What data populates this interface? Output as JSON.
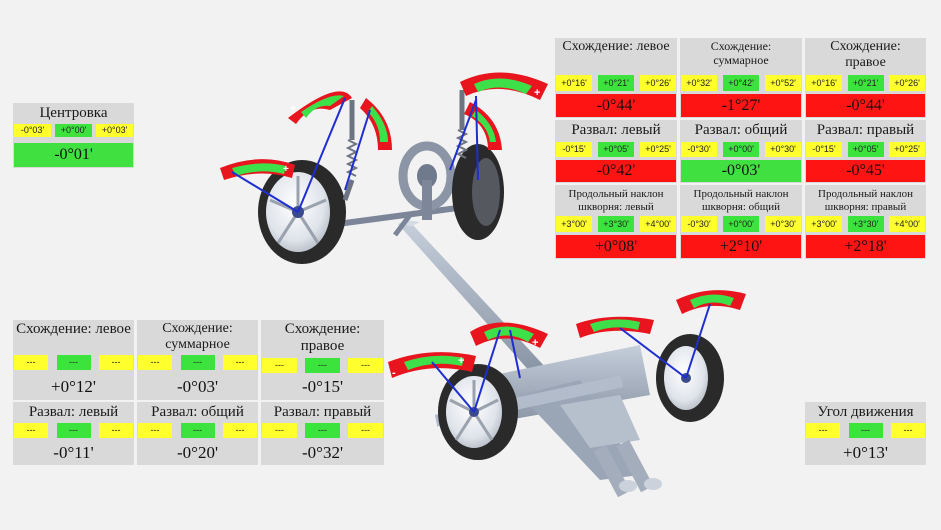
{
  "centering": {
    "title": "Центровка",
    "min": "-0°03'",
    "nom": "+0°00'",
    "max": "+0°03'",
    "value": "-0°01'",
    "status_color": "#41e041"
  },
  "front": {
    "toe_left": {
      "title": "Схождение: левое",
      "min": "+0°16'",
      "nom": "+0°21'",
      "max": "+0°26'",
      "value": "-0°44'",
      "status_color": "#ff1414"
    },
    "toe_total": {
      "title_1": "Схождение:",
      "title_2": "суммарное",
      "min": "+0°32'",
      "nom": "+0°42'",
      "max": "+0°52'",
      "value": "-1°27'",
      "status_color": "#ff1414"
    },
    "toe_right": {
      "title_1": "Схождение:",
      "title_2": "правое",
      "min": "+0°16'",
      "nom": "+0°21'",
      "max": "+0°26'",
      "value": "-0°44'",
      "status_color": "#ff1414"
    },
    "camber_left": {
      "title": "Развал: левый",
      "min": "-0°15'",
      "nom": "+0°05'",
      "max": "+0°25'",
      "value": "-0°42'",
      "status_color": "#ff1414"
    },
    "camber_total": {
      "title": "Развал: общий",
      "min": "-0°30'",
      "nom": "+0°00'",
      "max": "+0°30'",
      "value": "-0°03'",
      "status_color": "#41e041"
    },
    "camber_right": {
      "title": "Развал: правый",
      "min": "-0°15'",
      "nom": "+0°05'",
      "max": "+0°25'",
      "value": "-0°45'",
      "status_color": "#ff1414"
    },
    "caster_left": {
      "title_1": "Продольный наклон",
      "title_2": "шкворня: левый",
      "min": "+3°00'",
      "nom": "+3°30'",
      "max": "+4°00'",
      "value": "+0°08'",
      "status_color": "#ff1414"
    },
    "caster_total": {
      "title_1": "Продольный наклон",
      "title_2": "шкворня: общий",
      "min": "-0°30'",
      "nom": "+0°00'",
      "max": "+0°30'",
      "value": "+2°10'",
      "status_color": "#ff1414"
    },
    "caster_right": {
      "title_1": "Продольный наклон",
      "title_2": "шкворня: правый",
      "min": "+3°00'",
      "nom": "+3°30'",
      "max": "+4°00'",
      "value": "+2°18'",
      "status_color": "#ff1414"
    }
  },
  "rear": {
    "toe_left": {
      "title": "Схождение: левое",
      "min": "---",
      "nom": "---",
      "max": "---",
      "value": "+0°12'"
    },
    "toe_total": {
      "title_1": "Схождение:",
      "title_2": "суммарное",
      "min": "---",
      "nom": "---",
      "max": "---",
      "value": "-0°03'"
    },
    "toe_right": {
      "title_1": "Схождение:",
      "title_2": "правое",
      "min": "---",
      "nom": "---",
      "max": "---",
      "value": "-0°15'"
    },
    "camber_left": {
      "title": "Развал: левый",
      "min": "---",
      "nom": "---",
      "max": "---",
      "value": "-0°11'"
    },
    "camber_total": {
      "title": "Развал: общий",
      "min": "---",
      "nom": "---",
      "max": "---",
      "value": "-0°20'"
    },
    "camber_right": {
      "title": "Развал: правый",
      "min": "---",
      "nom": "---",
      "max": "---",
      "value": "-0°32'"
    }
  },
  "thrust": {
    "title": "Угол движения",
    "min": "---",
    "nom": "---",
    "max": "---",
    "value": "+0°13'"
  },
  "gauge_marks": {
    "minus": "-",
    "plus": "+"
  },
  "colors": {
    "panel": "#d9d9d9",
    "tolerance_limit": "#ffff2e",
    "tolerance_nominal": "#3de33d",
    "out_of_range": "#ff1414",
    "in_range": "#41e041",
    "gauge_red": "#e8141e",
    "gauge_green": "#3ee04a",
    "wheel_tire": "#2a2a2a",
    "rim": "#e6e9ee",
    "frame": "#a9b4c4",
    "measure_line": "#1f2ed0"
  }
}
